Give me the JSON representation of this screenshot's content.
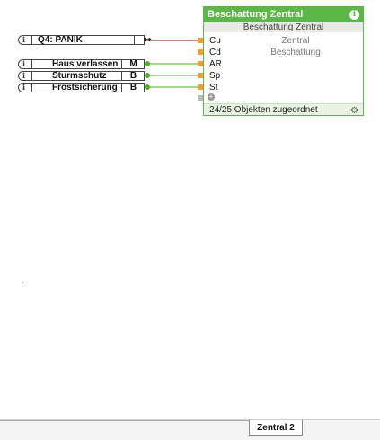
{
  "inputs": [
    {
      "label": "Q4: PANIK",
      "value": "↦",
      "info": "i"
    },
    {
      "label": "Haus verlassen",
      "value": "M",
      "info": "i"
    },
    {
      "label": "Sturmschutz",
      "value": "B",
      "info": "i"
    },
    {
      "label": "Frostsicherung",
      "value": "B",
      "info": "i"
    }
  ],
  "block": {
    "title": "Beschattung Zentral",
    "subtitle": "Beschattung Zentral",
    "info": "i",
    "ports": [
      "Cu",
      "Cd",
      "AR",
      "Sp",
      "St"
    ],
    "description_line1": "Zentral",
    "description_line2": "Beschattung",
    "footer": "24/25 Objekten zugeordnet",
    "plus": "+",
    "gear": "⚙"
  },
  "colors": {
    "block_green": "#5cb648",
    "wire_red": "#8b1a1a",
    "wire_green": "#4caf2a",
    "pin_orange": "#f0a030"
  },
  "tabs": {
    "active": "Zentral 2"
  }
}
